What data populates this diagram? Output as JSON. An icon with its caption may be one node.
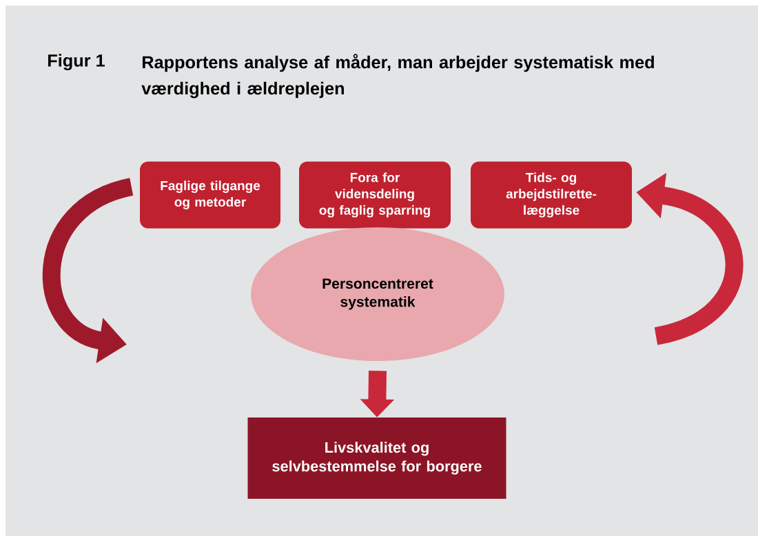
{
  "diagram": {
    "title": "Rapportens analyse af måder, man arbejder systematisk med værdighed i ældreplejen",
    "nodes": [
      {
        "text": [
          "Faglige tilgange og metoder"
        ]
      },
      {
        "text": [
          "Fora for vidensdeling og faglig sparring"
        ]
      },
      {
        "text": [
          "Tids- og arbejdstilrette- læggelse"
        ]
      },
      {
        "text": [
          "Personcentreret systematik"
        ]
      },
      {
        "text": [
          "Livskvalitet og selvbestemmelse for borgere"
        ]
      }
    ],
    "edges": [
      {
        "from": 0,
        "to": null,
        "arrow": "to",
        "color": "#9e1a2b"
      },
      {
        "from": null,
        "to": 2,
        "arrow": "to",
        "color": "#c8283a"
      },
      {
        "from": 3,
        "to": 4,
        "arrow": "to",
        "color": "#c8283a"
      }
    ],
    "labels": [
      "Figur 1"
    ]
  }
}
